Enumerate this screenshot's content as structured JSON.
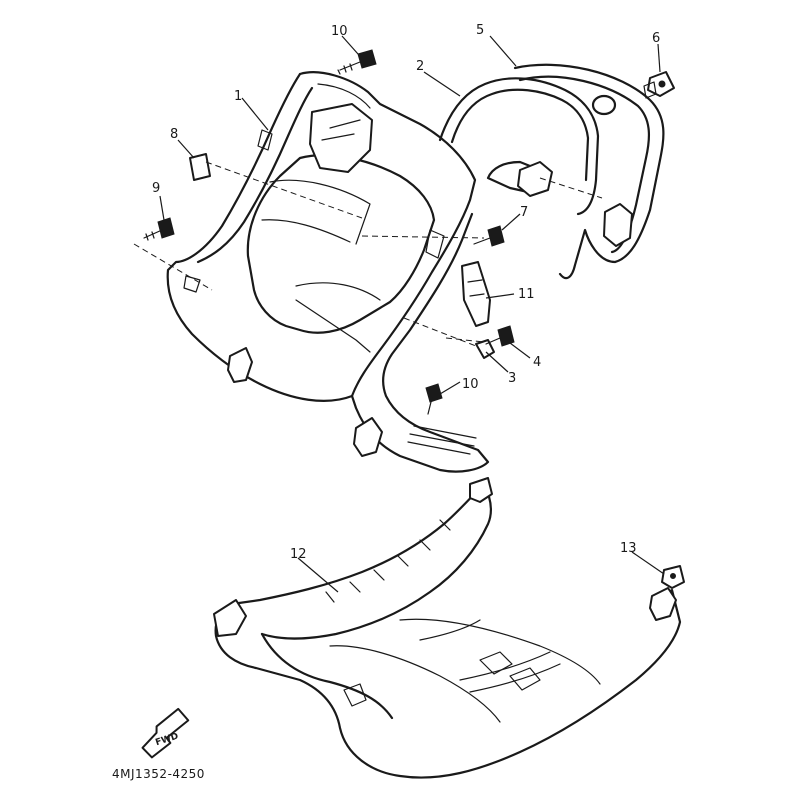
{
  "diagram": {
    "part_number": "4MJ1352-4250",
    "direction_label": "FWD",
    "callouts": {
      "c1": "1",
      "c2": "2",
      "c3": "3",
      "c4": "4",
      "c5": "5",
      "c6": "6",
      "c7": "7",
      "c8": "8",
      "c9": "9",
      "c10a": "10",
      "c10b": "10",
      "c11": "11",
      "c12": "12",
      "c13": "13"
    }
  }
}
